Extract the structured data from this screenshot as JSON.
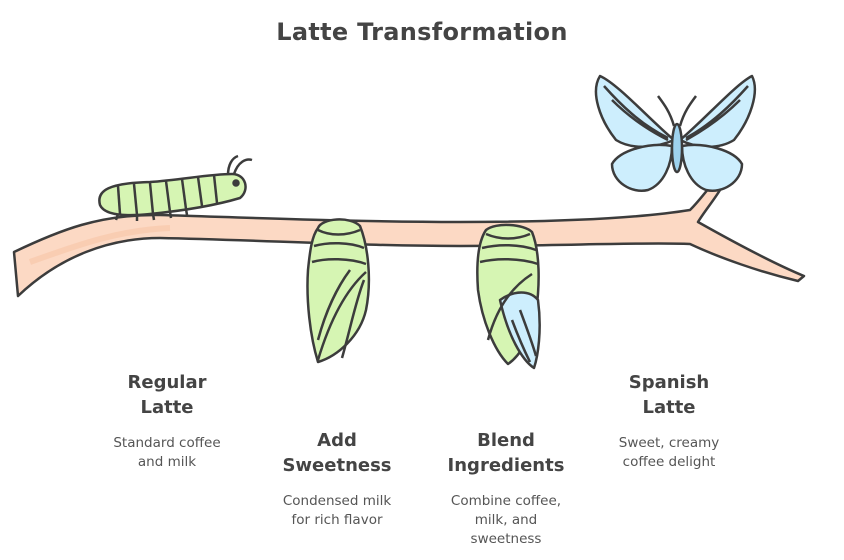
{
  "title": "Latte Transformation",
  "stages": [
    {
      "heading": "Regular\nLatte",
      "description": "Standard coffee\nand milk",
      "icon": "caterpillar-icon"
    },
    {
      "heading": "Add\nSweetness",
      "description": "Condensed milk\nfor rich flavor",
      "icon": "green-chrysalis-icon"
    },
    {
      "heading": "Blend\nIngredients",
      "description": "Combine coffee,\nmilk, and\nsweetness",
      "icon": "emerging-chrysalis-icon"
    },
    {
      "heading": "Spanish\nLatte",
      "description": "Sweet, creamy\ncoffee delight",
      "icon": "butterfly-icon"
    }
  ],
  "colors": {
    "branch": "#fcd9c4",
    "caterpillar": "#d6f5b3",
    "chrysalis": "#d6f5b3",
    "wing": "#cdeefd",
    "outline": "#3c3c3c"
  }
}
